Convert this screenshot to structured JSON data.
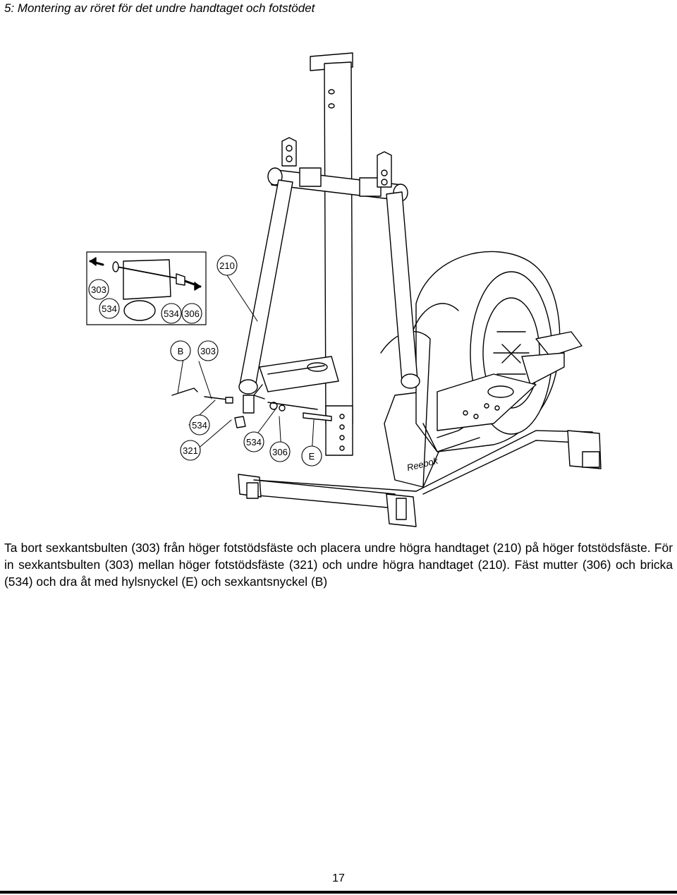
{
  "heading": "5: Montering av röret för det undre handtaget och fotstödet",
  "figure": {
    "callouts": {
      "inset_303": "303",
      "inset_534a": "534",
      "inset_534b": "534",
      "inset_306": "306",
      "label_210": "210",
      "label_B": "B",
      "label_303": "303",
      "label_534a": "534",
      "label_321": "321",
      "label_534b": "534",
      "label_306": "306",
      "label_E": "E"
    },
    "brand_mark": "Reebok"
  },
  "body": "Ta bort sexkantsbulten (303) från höger fotstödsfäste och placera undre högra handtaget (210) på höger fotstödsfäste. För in sexkantsbulten (303) mellan höger fotstödsfäste (321) och undre högra handtaget (210). Fäst mutter (306) och bricka (534) och dra åt med hylsnyckel (E) och sexkantsnyckel (B)",
  "page_number": "17"
}
